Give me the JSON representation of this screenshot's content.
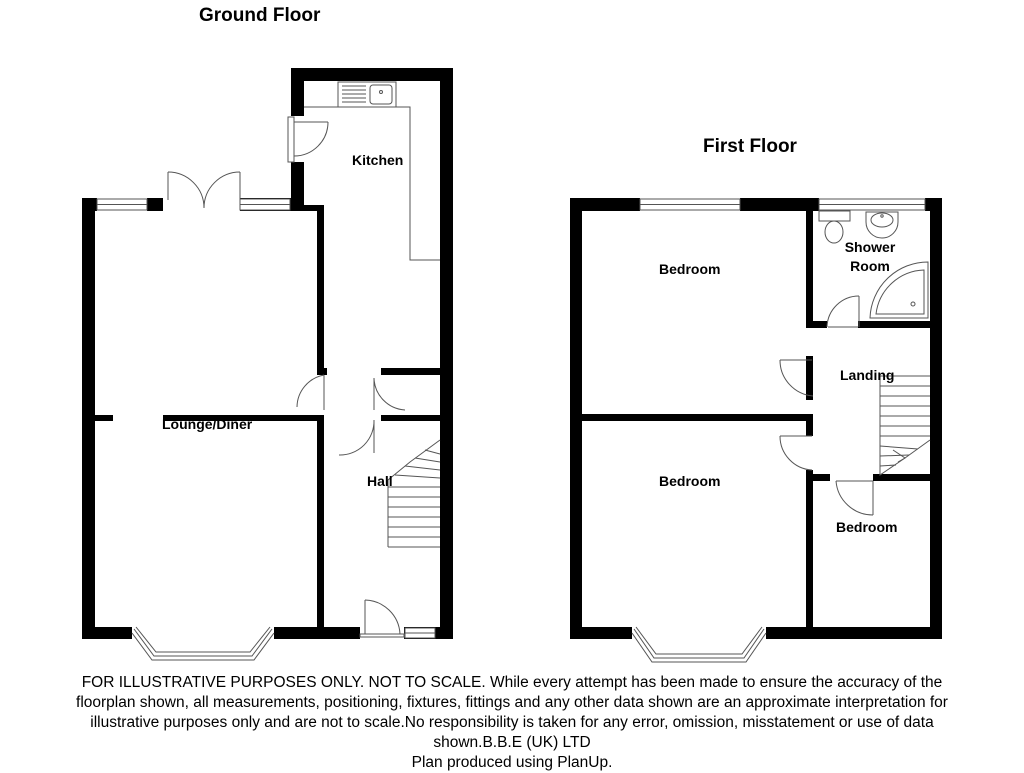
{
  "floors": {
    "ground": {
      "title": "Ground Floor",
      "rooms": {
        "kitchen": "Kitchen",
        "lounge_diner": "Lounge/Diner",
        "hall": "Hall"
      }
    },
    "first": {
      "title": "First Floor",
      "rooms": {
        "bedroom_front": "Bedroom",
        "shower_room_line1": "Shower",
        "shower_room_line2": "Room",
        "landing": "Landing",
        "bedroom_rear": "Bedroom",
        "bedroom_small": "Bedroom"
      }
    }
  },
  "disclaimer": {
    "line1": "FOR ILLUSTRATIVE PURPOSES ONLY. NOT TO SCALE. While every attempt has been made to ensure the accuracy of the",
    "line2": "floorplan shown, all measurements, positioning, fixtures, fittings and any other data shown are an approximate interpretation for",
    "line3": "illustrative purposes only and are not to scale.No responsibility is taken for any error, omission, misstatement or use of data",
    "line4": "shown.B.B.E (UK) LTD",
    "line5": "Plan produced using PlanUp."
  },
  "colors": {
    "wall": "#000000",
    "fixture_line": "#555555",
    "background": "#ffffff"
  }
}
